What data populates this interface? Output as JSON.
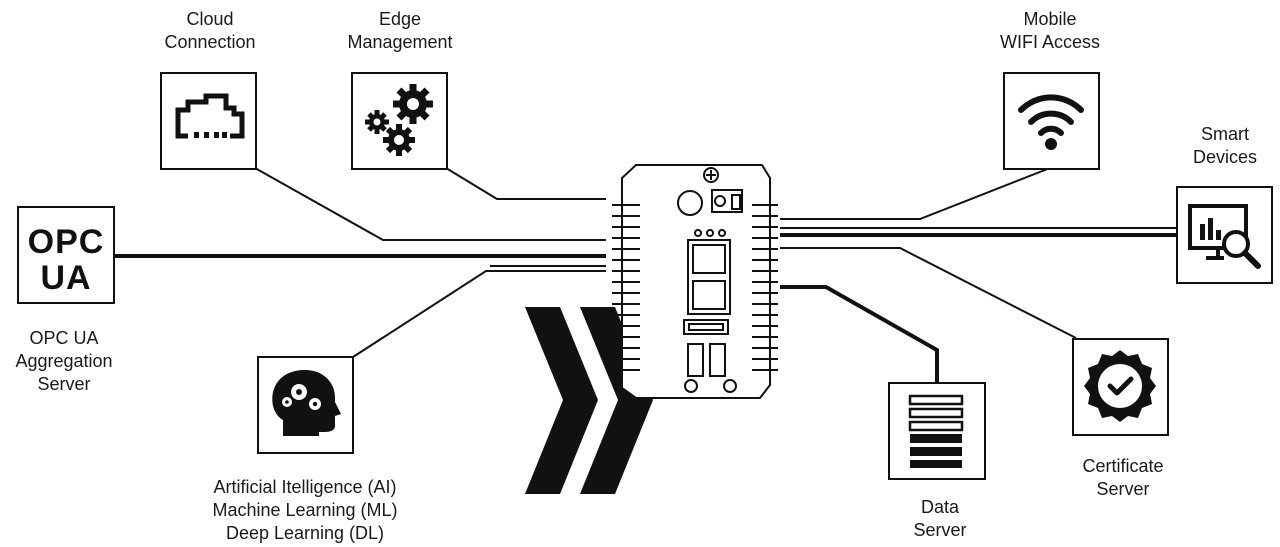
{
  "nodes": {
    "cloud": {
      "label": "Cloud\nConnection",
      "icon": "cloud-icon"
    },
    "edge": {
      "label": "Edge\nManagement",
      "icon": "gears-icon"
    },
    "opcua": {
      "box_line1": "OPC",
      "box_line2": "UA",
      "label": "OPC UA\nAggregation\nServer"
    },
    "ai": {
      "label": "Artificial Itelligence (AI)\nMachine Learning (ML)\nDeep Learning (DL)",
      "icon": "head-gears-icon"
    },
    "wifi": {
      "label": "Mobile\nWIFI Access",
      "icon": "wifi-icon"
    },
    "smart": {
      "label": "Smart\nDevices",
      "icon": "monitor-search-icon"
    },
    "cert": {
      "label": "Certificate\nServer",
      "icon": "certificate-badge-icon"
    },
    "data": {
      "label": "Data\nServer",
      "icon": "server-rack-icon"
    }
  },
  "device": {
    "icon": "edge-gateway-device"
  },
  "colors": {
    "line": "#111111",
    "background": "#ffffff"
  }
}
